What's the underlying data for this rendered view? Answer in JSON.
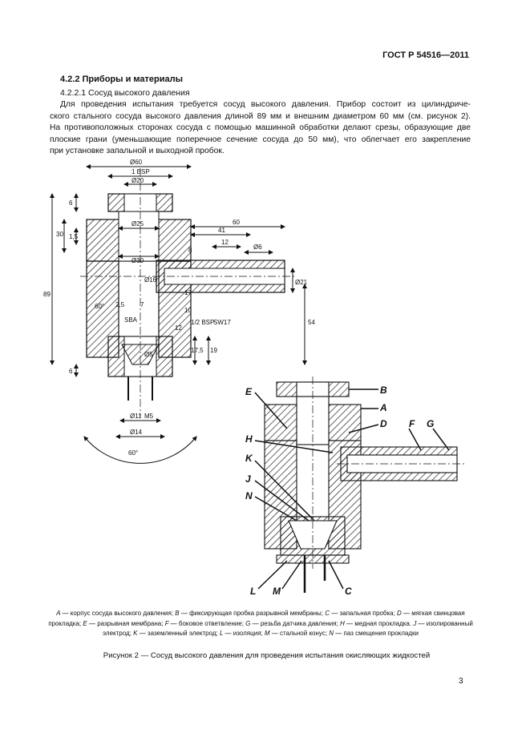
{
  "header": {
    "doc_code": "ГОСТ Р 54516—2011"
  },
  "section": {
    "heading": "4.2.2 Приборы и материалы",
    "subheading": "4.2.2.1 Сосуд высокого давления",
    "paragraph_lines": [
      "Для проведения испытания требуется сосуд высокого давления. Прибор состоит из цилиндриче-",
      "ского стального сосуда высокого давления длиной 89 мм и внешним диаметром 60 мм (см. рисунок 2).",
      "На противоположных сторонах сосуда с помощью машинной обработки делают срезы, образующие две",
      "плоские грани (уменьшающие поперечное сечение сосуда до 50 мм), что облегчает его закрепление",
      "при установке запальной и выходной пробок."
    ]
  },
  "drawing": {
    "dimensions": {
      "d60": "Ø60",
      "bsp1": "1 BSP",
      "d20": "Ø20",
      "d25": "Ø25",
      "d30": "Ø30",
      "d6": "Ø6",
      "d21": "Ø21",
      "d11": "Ø11",
      "d16": "Ø16",
      "d14": "Ø14",
      "d5": "Ø5",
      "v6a": "6",
      "v30": "30",
      "v15": "1,5",
      "v89": "89",
      "v6b": "6",
      "h60": "60",
      "h41": "41",
      "h12": "12",
      "h8": "8",
      "v54": "54",
      "v17": "17",
      "v10": "10",
      "bsp12": "1/2 BSP",
      "sw17": "SW17",
      "v175": "17,5",
      "v19": "19",
      "v12": "12",
      "a60a": "60°",
      "a60b": "60°",
      "h25": "2,5",
      "h7": "7",
      "sba": "SBA",
      "m5": "M5"
    },
    "labels": {
      "A": "A",
      "B": "B",
      "C": "C",
      "D": "D",
      "E": "E",
      "F": "F",
      "G": "G",
      "H": "H",
      "J": "J",
      "K": "K",
      "L": "L",
      "M": "M",
      "N": "N"
    }
  },
  "legend": {
    "items": [
      {
        "key": "A",
        "text": "корпус сосуда высокого давления; "
      },
      {
        "key": "B",
        "text": "фиксирующая пробка разрывной мембраны; "
      },
      {
        "key": "C",
        "text": "запальная пробка; "
      },
      {
        "key": "D",
        "text": "мягкая свинцовая прокладка; "
      },
      {
        "key": "E",
        "text": "разрывная мембрана; "
      },
      {
        "key": "F",
        "text": "боковое ответвление; "
      },
      {
        "key": "G",
        "text": "резьба датчика давления; "
      },
      {
        "key": "H",
        "text": "медная прокладка. "
      },
      {
        "key": "J",
        "text": "изолированный электрод; "
      },
      {
        "key": "K",
        "text": "заземленный электрод; "
      },
      {
        "key": "L",
        "text": "изоляция; "
      },
      {
        "key": "M",
        "text": "стальной конус; "
      },
      {
        "key": "N",
        "text": "паз смещения прокладки"
      }
    ]
  },
  "caption": "Рисунок 2 — Сосуд высокого давления для проведения испытания окисляющих жидкостей",
  "page_number": "3",
  "colors": {
    "ink": "#111111",
    "paper": "#ffffff"
  }
}
